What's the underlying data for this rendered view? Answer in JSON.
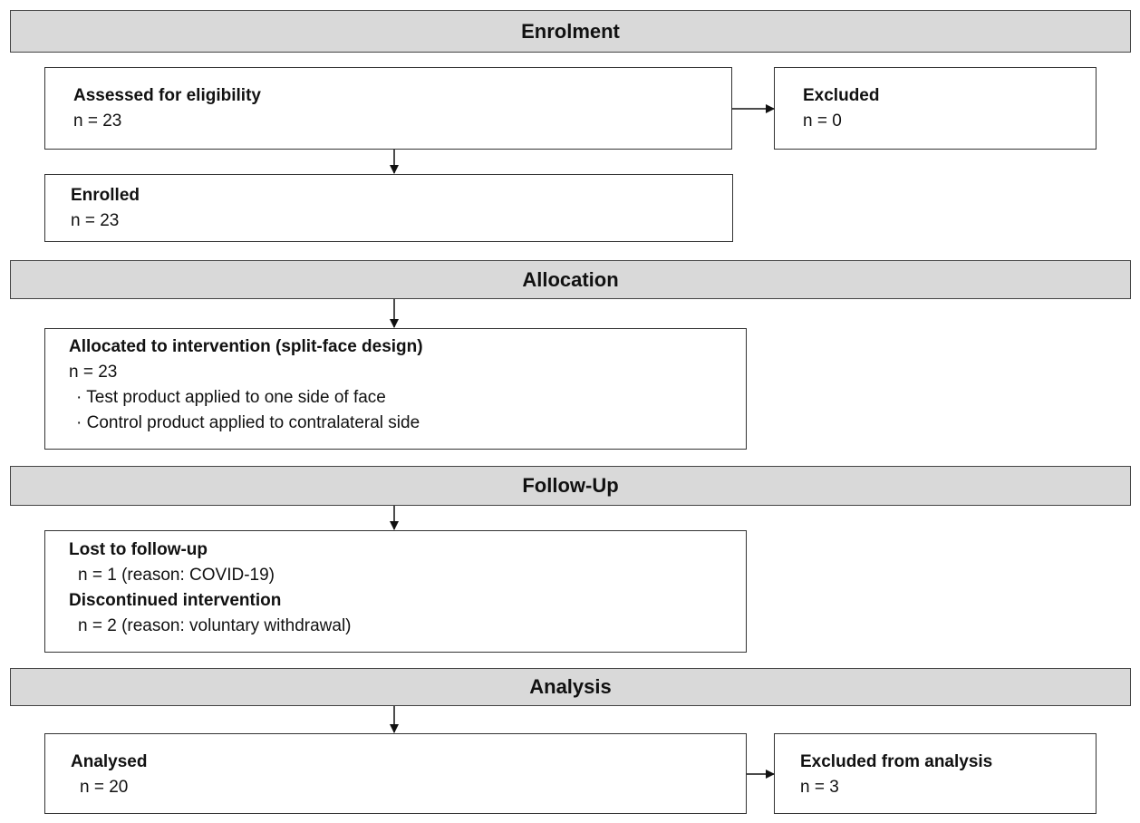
{
  "sections": {
    "enrolment": "Enrolment",
    "allocation": "Allocation",
    "follow_up": "Follow-Up",
    "analysis": "Analysis"
  },
  "assessed": {
    "title": "Assessed for eligibility",
    "n": "n = 23"
  },
  "excluded": {
    "title": "Excluded",
    "n": "n = 0"
  },
  "enrolled": {
    "title": "Enrolled",
    "n": "n = 23"
  },
  "allocated": {
    "title": "Allocated to intervention (split-face design)",
    "n": "n = 23",
    "items": [
      "· Test product applied to one side of face",
      "· Control product applied to contralateral side"
    ]
  },
  "follow_up": {
    "lost_title": "Lost to follow-up",
    "lost_n": "n = 1  (reason: COVID-19)",
    "discontinued_title": "Discontinued intervention",
    "discontinued_n": "n = 2  (reason: voluntary withdrawal)"
  },
  "analysed": {
    "title": "Analysed",
    "n": "n = 20"
  },
  "excluded_analysis": {
    "title": "Excluded from analysis",
    "n": "n = 3"
  }
}
